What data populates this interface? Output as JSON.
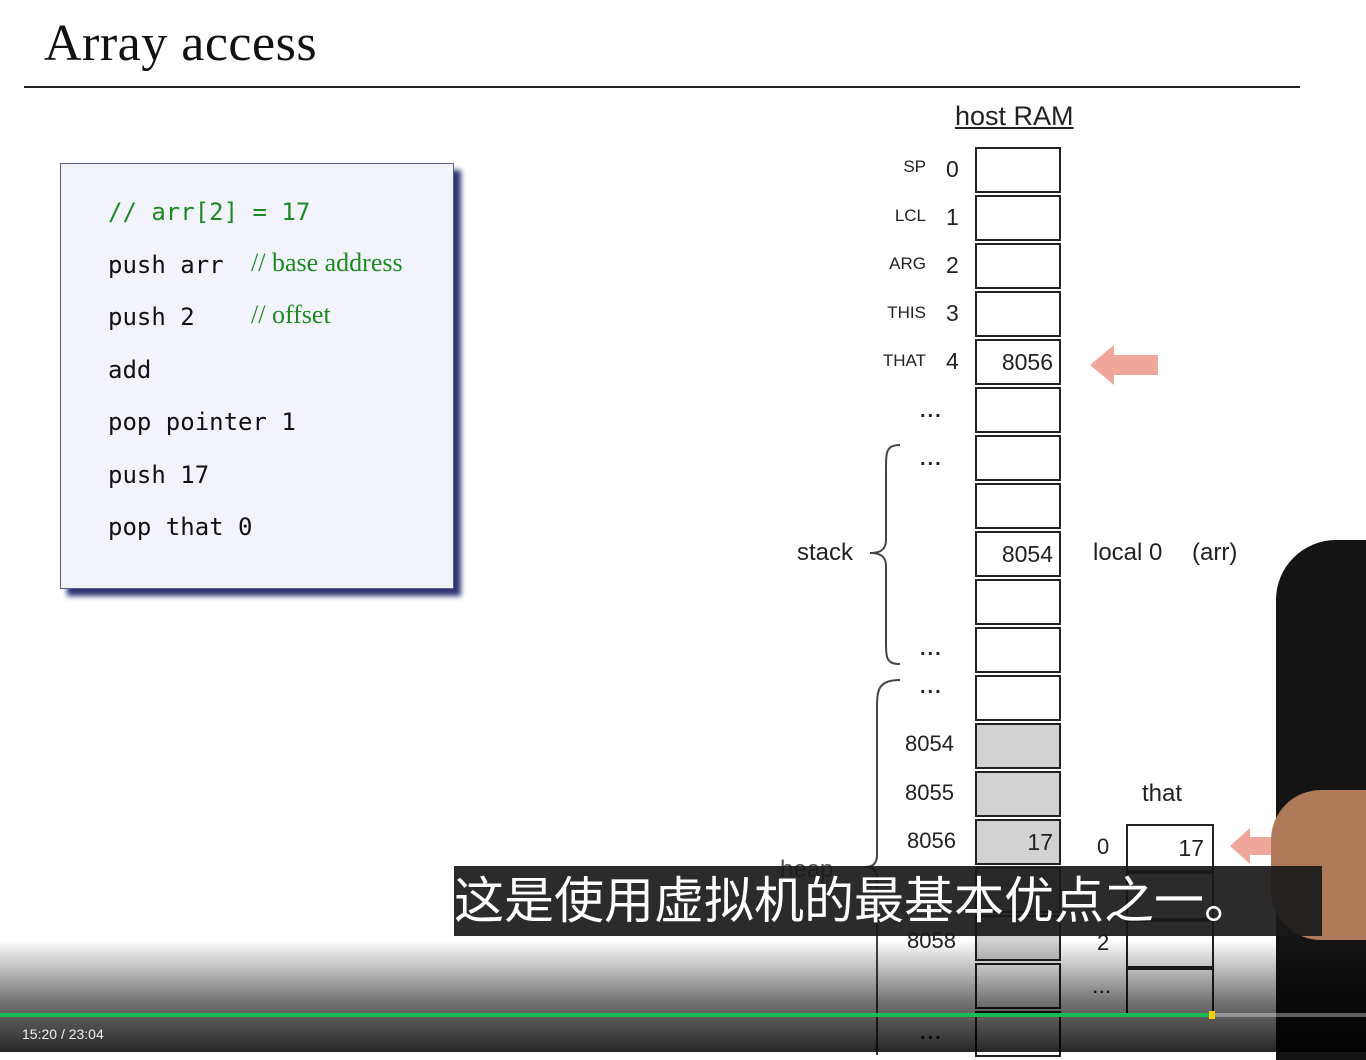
{
  "slide": {
    "title": "Array access"
  },
  "code": {
    "line1": "// arr[2] = 17",
    "line2": "push arr",
    "line2_comment": "// base address",
    "line3": "push 2",
    "line3_comment": "// offset",
    "line4": "add",
    "line5": "pop pointer 1",
    "line6": "push 17",
    "line7": "pop that 0"
  },
  "ram": {
    "title": "host RAM",
    "registers": [
      "SP",
      "LCL",
      "ARG",
      "THIS",
      "THAT"
    ],
    "indices": [
      "0",
      "1",
      "2",
      "3",
      "4"
    ],
    "that_value": "8056",
    "local0_value": "8054",
    "local0_label": "local 0",
    "local0_var": "(arr)",
    "stack_label": "stack",
    "heap_label": "heap",
    "heap_addresses": [
      "8054",
      "8055",
      "8056",
      "8058"
    ],
    "heap_8056_value": "17",
    "dots": "..."
  },
  "that_segment": {
    "title": "that",
    "indices": [
      "0",
      "2"
    ],
    "value0": "17",
    "dots": "..."
  },
  "subtitle": {
    "text": "这是使用虚拟机的最基本优点之一。"
  },
  "player": {
    "current_time": "15:20",
    "separator": "/",
    "total_time": "23:04",
    "progress": 0.887
  },
  "colors": {
    "arrow": "#f0a79b",
    "code_green": "#1c8a22",
    "progress": "#1db954"
  }
}
